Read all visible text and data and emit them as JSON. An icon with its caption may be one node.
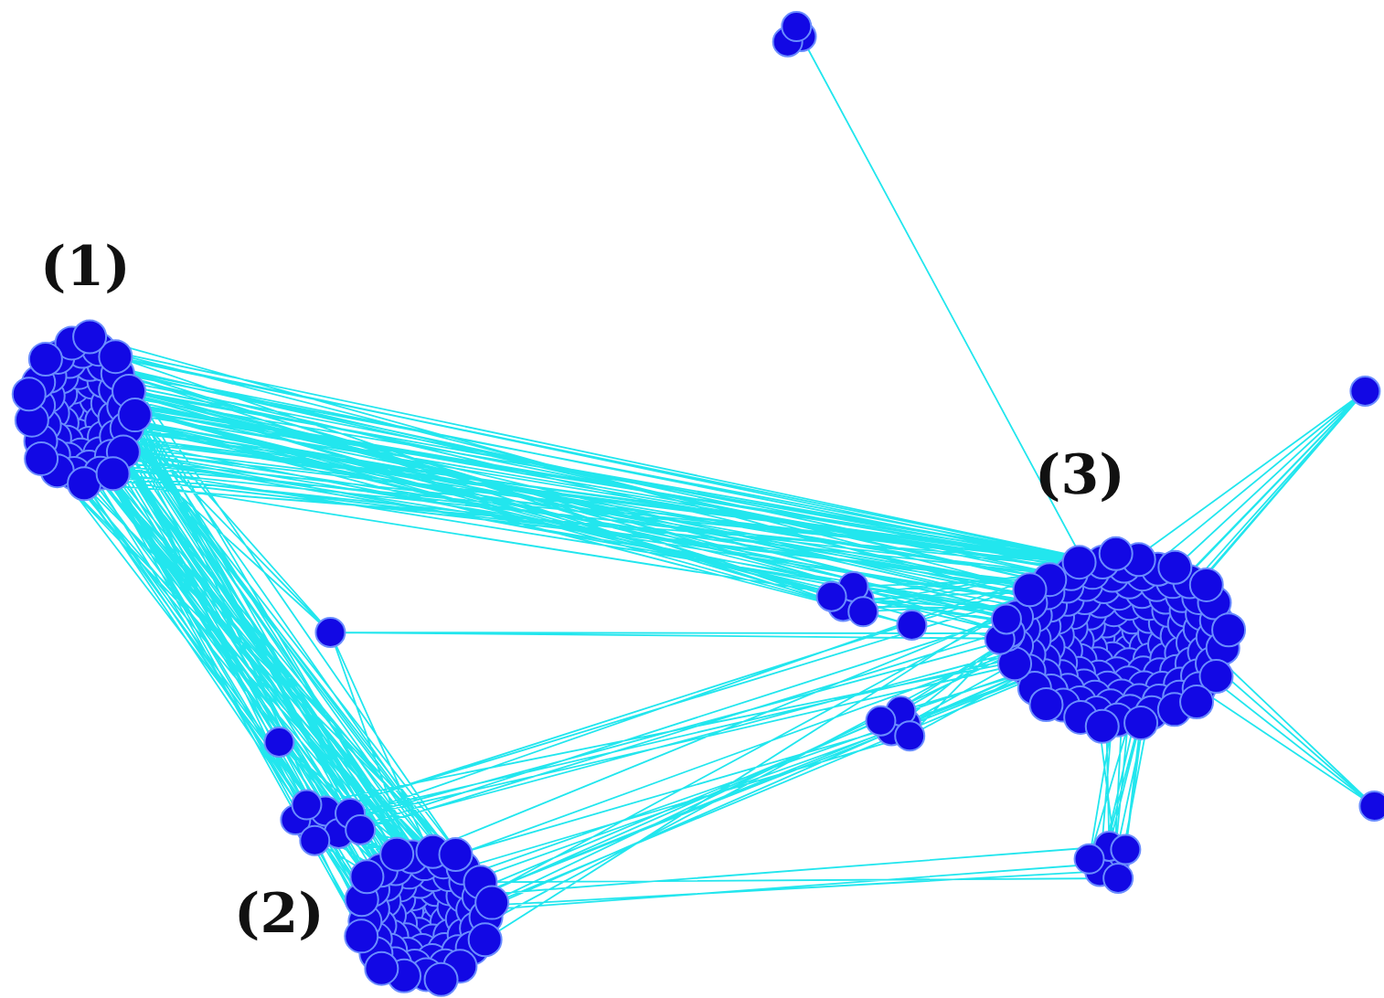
{
  "diagram": {
    "labels": [
      "(1)",
      "(3)",
      "(2)"
    ]
  }
}
